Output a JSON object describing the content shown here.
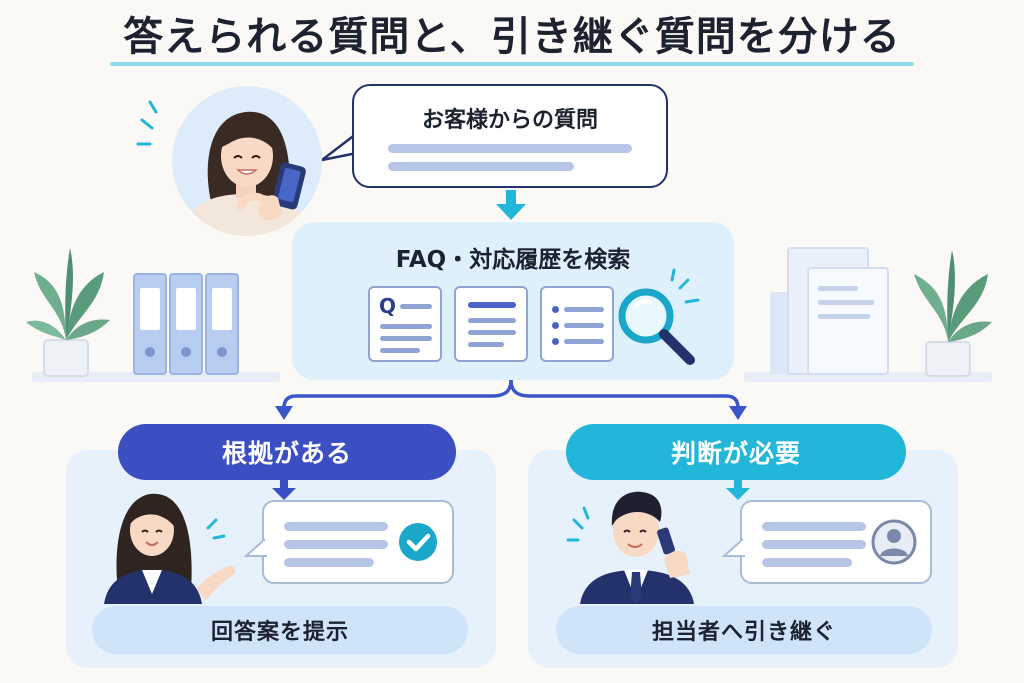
{
  "title": "答えられる質問と、引き継ぐ質問を分ける",
  "customer_question": {
    "label": "お客様からの質問"
  },
  "search_step": {
    "label": "FAQ・対応履歴を検索",
    "faq_card_letter": "Q"
  },
  "branches": [
    {
      "condition": "根拠がある",
      "action": "回答案を提示",
      "color": "#3b4fc3"
    },
    {
      "condition": "判断が必要",
      "action": "担当者へ引き継ぐ",
      "color": "#22b6d9"
    }
  ],
  "colors": {
    "accent_dark": "#24326b",
    "accent_blue": "#3b4fc3",
    "accent_cyan": "#22b6d9",
    "panel_bg": "#dff0fd",
    "check": "#1aa7c9"
  },
  "icons": [
    "smartphone-icon",
    "magnifier-icon",
    "check-icon",
    "person-icon",
    "binder-icon",
    "plant-icon",
    "document-stack-icon",
    "phone-icon"
  ]
}
